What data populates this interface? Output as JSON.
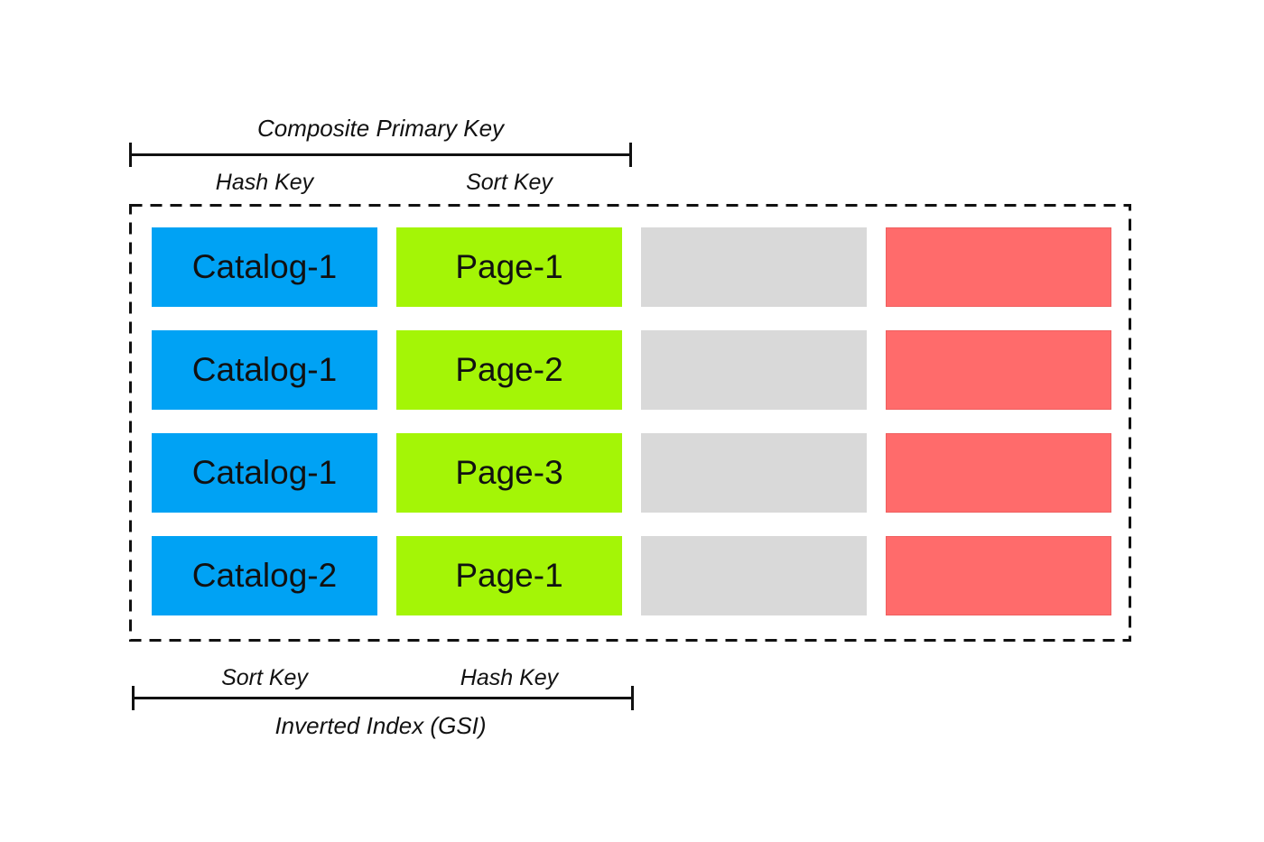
{
  "annotations": {
    "top": {
      "title": "Composite Primary Key",
      "left_label": "Hash Key",
      "right_label": "Sort Key"
    },
    "bottom": {
      "left_label": "Sort Key",
      "right_label": "Hash Key",
      "title": "Inverted Index (GSI)"
    }
  },
  "table": {
    "rows": [
      {
        "hash": "Catalog-1",
        "sort": "Page-1"
      },
      {
        "hash": "Catalog-1",
        "sort": "Page-2"
      },
      {
        "hash": "Catalog-1",
        "sort": "Page-3"
      },
      {
        "hash": "Catalog-2",
        "sort": "Page-1"
      }
    ]
  },
  "colors": {
    "background": "#ffffff",
    "hash_cell": "#00a2f4",
    "sort_cell": "#a4f506",
    "attr_cell_1": "#d9d9d9",
    "attr_cell_2": "#ff6b6b",
    "text": "#111111",
    "line": "#111111"
  }
}
